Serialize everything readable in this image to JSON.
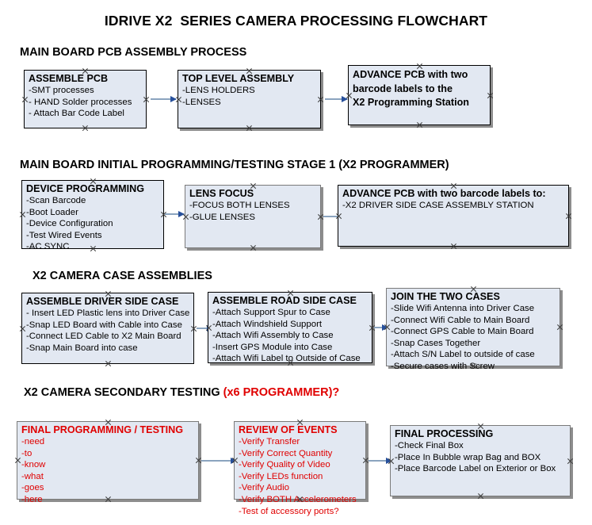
{
  "title": "IDRIVE X2  SERIES CAMERA PROCESSING FLOWCHART",
  "colors": {
    "box_fill": "#e2e8f2",
    "box_border": "#000000",
    "box_border_gray": "#7a7a7a",
    "arrow": "#8ba4bf",
    "arrow_head": "#27509b",
    "text": "#000000",
    "accent_red": "#e00000",
    "background": "#ffffff"
  },
  "sections": [
    {
      "heading": "MAIN BOARD PCB ASSEMBLY PROCESS",
      "heading_accent": "",
      "boxes": [
        {
          "title": "ASSEMBLE PCB",
          "title_color": "black",
          "lines": [
            " -SMT processes",
            "- HAND Solder processes",
            "- Attach Bar Code Label"
          ]
        },
        {
          "title": "TOP LEVEL ASSEMBLY",
          "title_color": "black",
          "lines": [
            "-LENS HOLDERS",
            "-LENSES"
          ]
        },
        {
          "title_lines": [
            "ADVANCE PCB with two",
            "barcode labels to the",
            " X2 Programming Station"
          ],
          "title_color": "black",
          "lines": []
        }
      ]
    },
    {
      "heading": "MAIN BOARD INITIAL PROGRAMMING/TESTING STAGE 1 (X2 PROGRAMMER)",
      "heading_accent": "",
      "boxes": [
        {
          "title": "DEVICE PROGRAMMING",
          "title_color": "black",
          "lines": [
            "-Scan Barcode",
            "-Boot Loader",
            "-Device Configuration",
            "-Test Wired Events",
            "-AC SYNC"
          ]
        },
        {
          "title": "LENS FOCUS",
          "title_color": "black",
          "lines": [
            "-FOCUS BOTH LENSES",
            "-GLUE LENSES"
          ]
        },
        {
          "title": "ADVANCE PCB with two barcode labels to:",
          "title_color": "black",
          "lines": [
            "-X2 DRIVER  SIDE  CASE  ASSEMBLY STATION"
          ]
        }
      ]
    },
    {
      "heading": "X2 CAMERA CASE ASSEMBLIES",
      "heading_accent": "",
      "boxes": [
        {
          "title": "ASSEMBLE DRIVER SIDE CASE",
          "title_color": "black",
          "lines": [
            "- Insert LED Plastic lens into Driver Case",
            "-Snap LED Board with Cable into Case",
            "-Connect LED Cable to X2 Main Board",
            "-Snap Main Board into case"
          ]
        },
        {
          "title": "ASSEMBLE ROAD SIDE CASE",
          "title_color": "black",
          "lines": [
            "-Attach Support Spur to Case",
            "-Attach Windshield Support",
            "-Attach Wifi Assembly to Case",
            "-Insert GPS Module into Case",
            "-Attach Wifi Label to Outside of Case"
          ]
        },
        {
          "title": "JOIN THE TWO CASES",
          "title_color": "black",
          "lines": [
            "-Slide Wifi Antenna into Driver Case",
            "-Connect Wifi Cable to Main Board",
            "-Connect GPS Cable to Main Board",
            "-Snap Cases Together",
            "-Attach S/N Label to outside of case",
            "-Secure cases with Screw"
          ]
        }
      ]
    },
    {
      "heading": "X2 CAMERA SECONDARY TESTING ",
      "heading_accent": "(x6 PROGRAMMER)?",
      "boxes": [
        {
          "title": "FINAL PROGRAMMING / TESTING",
          "title_color": "red",
          "lines": [
            "-need",
            "-to",
            "-know",
            "-what",
            "-goes",
            "-here"
          ]
        },
        {
          "title": "REVIEW OF EVENTS",
          "title_color": "red",
          "lines": [
            "-Verify Transfer",
            "-Verify Correct Quantity",
            "-Verify Quality of Video",
            "-Verify LEDs function",
            "-Verify Audio",
            "-Verify BOTH Accelerometers",
            "-Test of accessory ports?"
          ]
        },
        {
          "title": "FINAL PROCESSING",
          "title_color": "black",
          "lines": [
            " -Check Final Box",
            "-Place In Bubble wrap Bag and BOX",
            "-Place Barcode Label on Exterior or Box"
          ]
        }
      ]
    }
  ]
}
